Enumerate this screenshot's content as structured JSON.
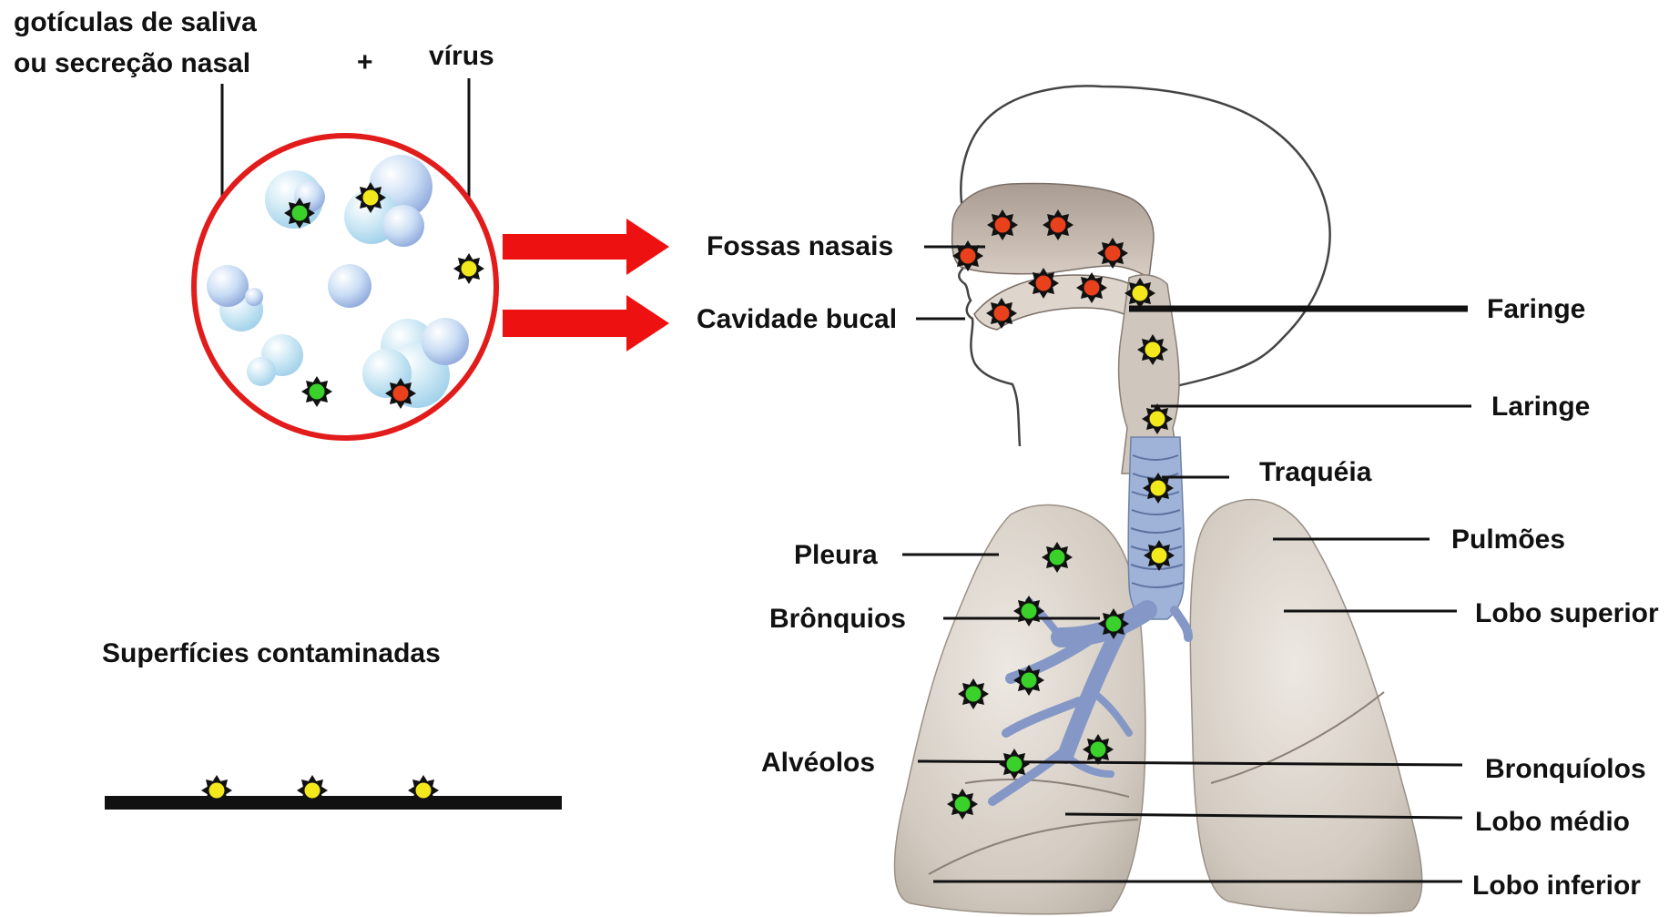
{
  "inset": {
    "droplets_label_line1": "gotículas de saliva",
    "droplets_label_line2": "ou secreção nasal",
    "plus": "+",
    "virus_label": "vírus",
    "surfaces_label": "Superfícies contaminadas"
  },
  "anatomy": {
    "fossas_nasais": "Fossas nasais",
    "cavidade_bucal": "Cavidade bucal",
    "faringe": "Faringe",
    "laringe": "Laringe",
    "traqueia": "Traquéia",
    "pleura": "Pleura",
    "pulmoes": "Pulmões",
    "bronquios": "Brônquios",
    "lobo_superior": "Lobo superior",
    "alveolos": "Alvéolos",
    "bronquiolos": "Bronquíolos",
    "lobo_medio": "Lobo médio",
    "lobo_inferior": "Lobo inferior"
  },
  "colors": {
    "arrow": "#ee1111",
    "circle_border": "#e21b1b",
    "virus_upper_airway": "#e8411b",
    "virus_airway": "#f3e81c",
    "virus_lower": "#39d12a",
    "leader_line": "#111111"
  }
}
